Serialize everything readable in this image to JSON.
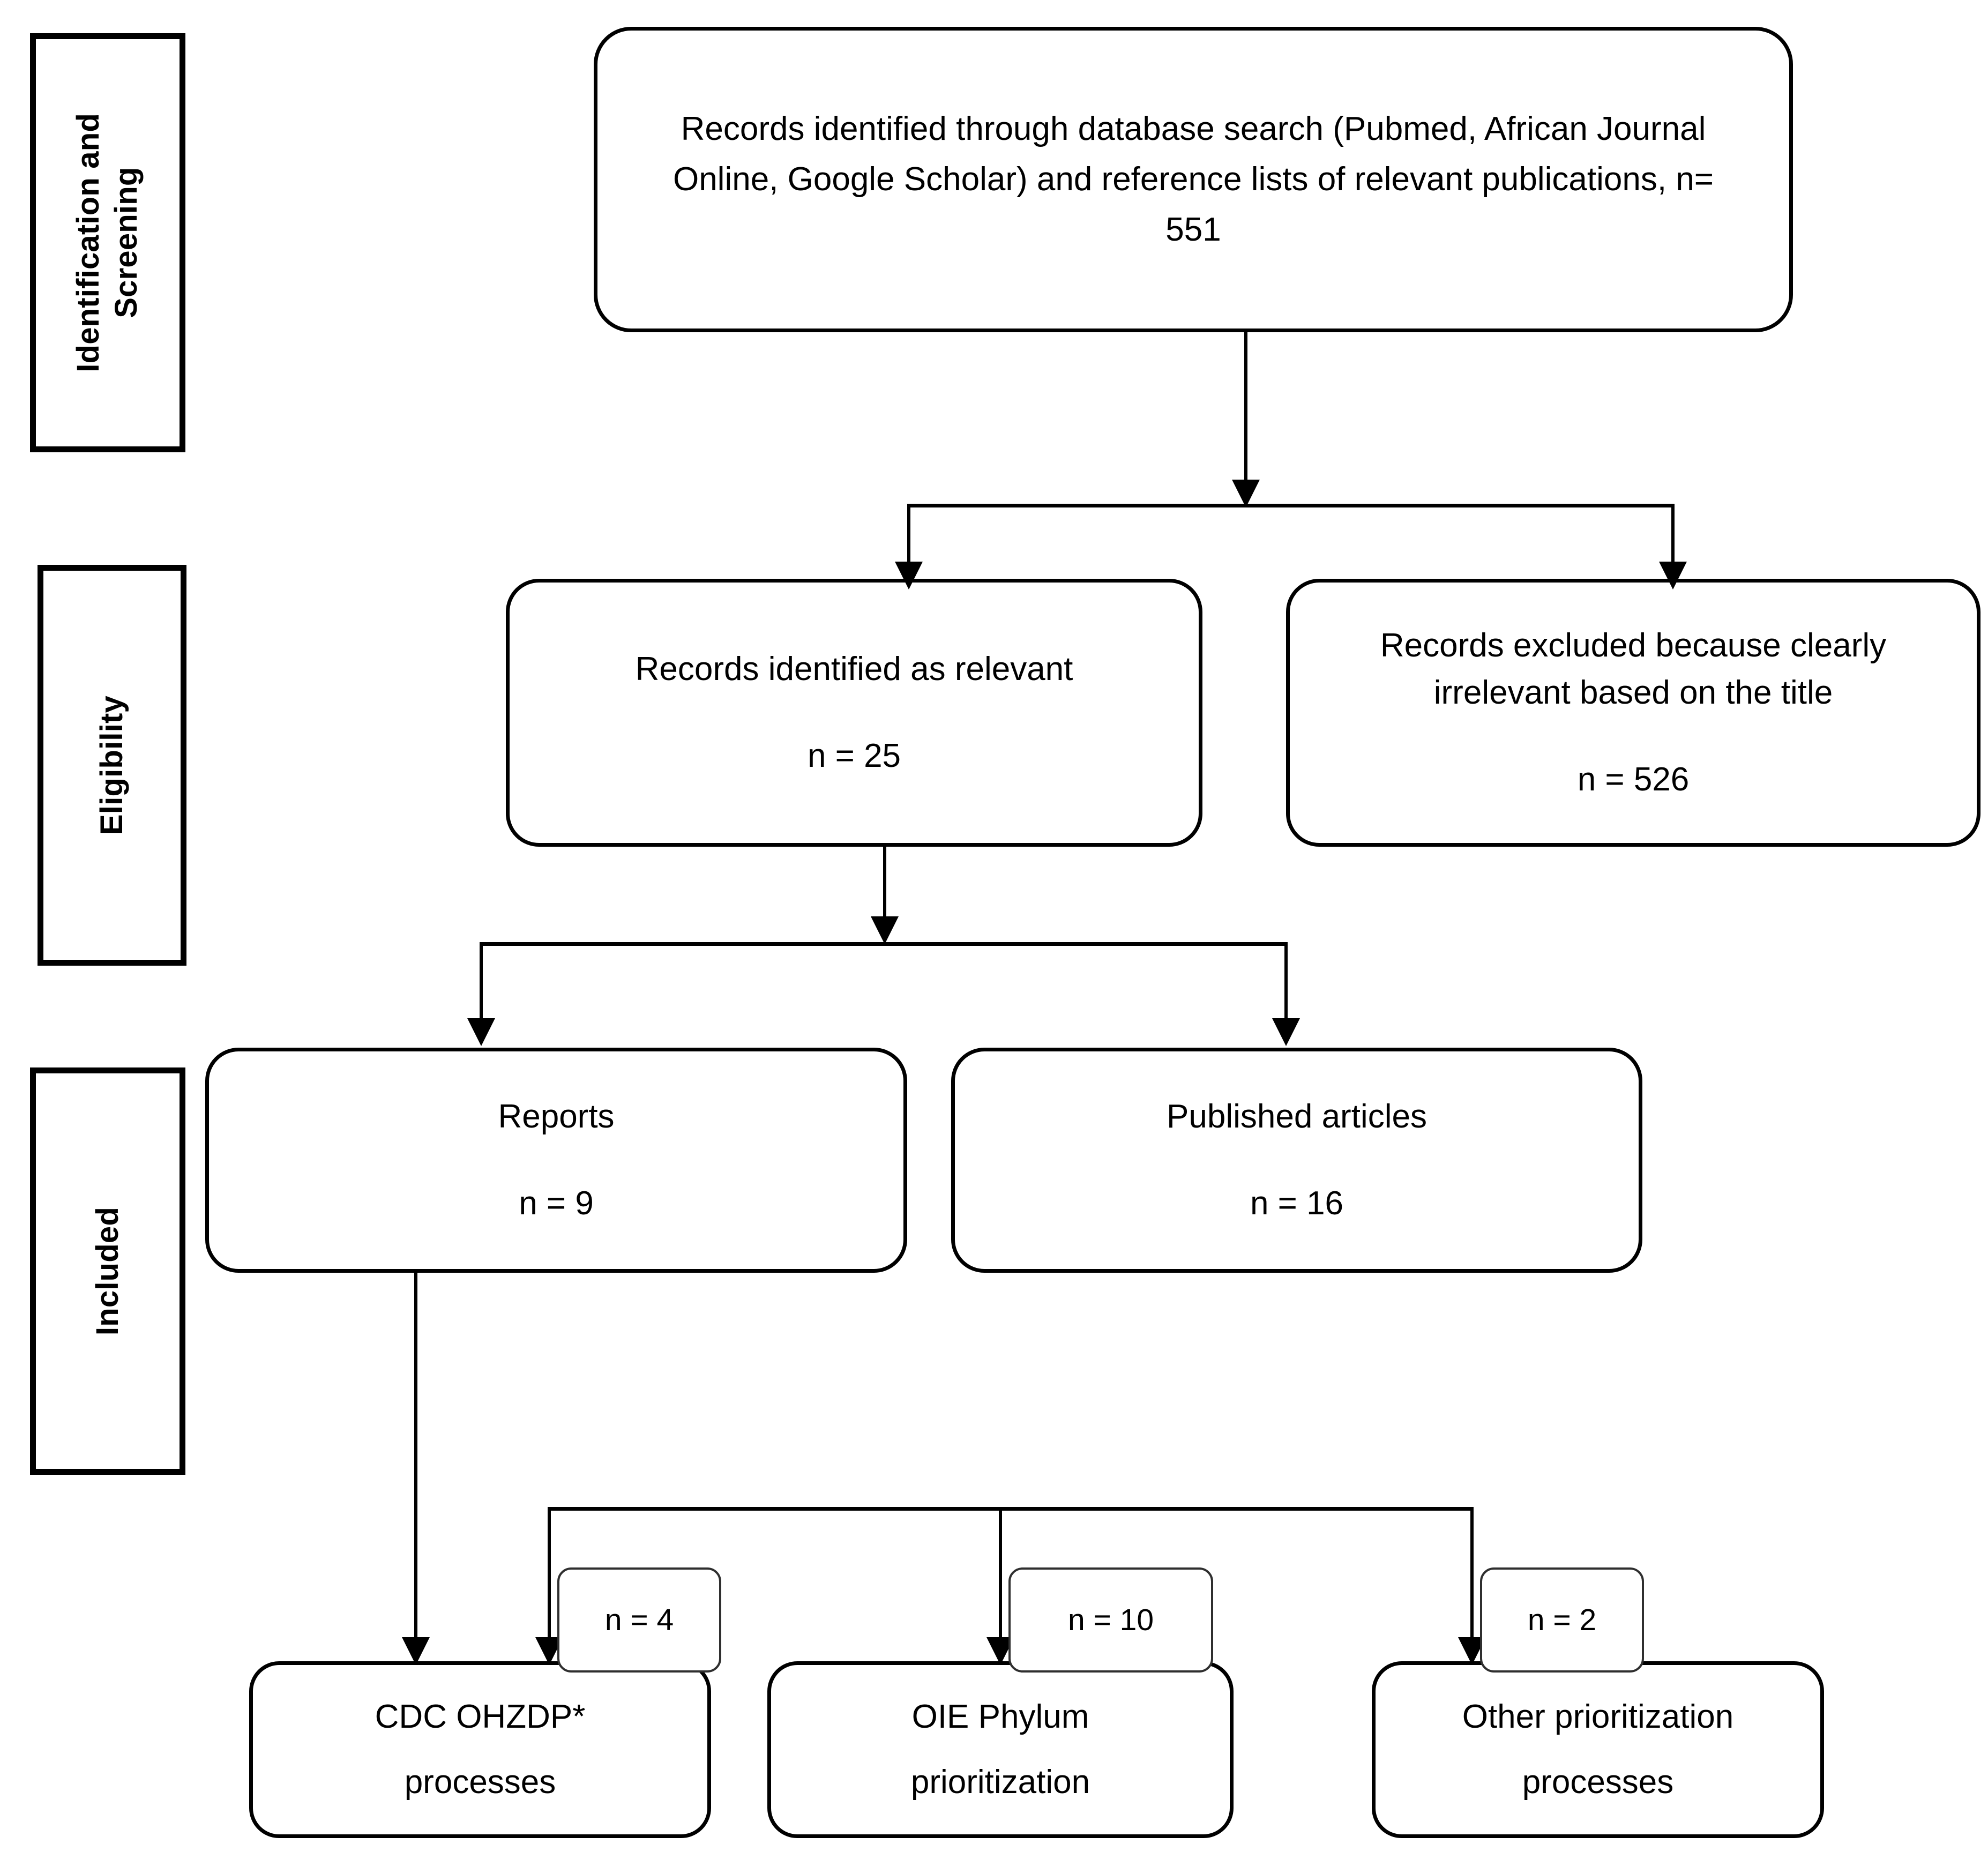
{
  "diagram": {
    "type": "prisma-flow-diagram",
    "title": ""
  },
  "phases": [
    {
      "id": "identification-screening",
      "label": "Identification and\nScreening"
    },
    {
      "id": "eligibility",
      "label": "Eligibility"
    },
    {
      "id": "included",
      "label": "Included"
    }
  ],
  "nodes": {
    "records_identified": {
      "text": "Records identified through database search (Pubmed, African Journal Online, Google Scholar) and reference lists of relevant publications, n= 551",
      "count_inline": "n= 551"
    },
    "records_relevant": {
      "label": "Records identified as relevant",
      "count": "n = 25"
    },
    "records_excluded": {
      "label": "Records excluded because clearly irrelevant based on the title",
      "count": "n = 526"
    },
    "reports": {
      "label": "Reports",
      "count": "n = 9"
    },
    "published_articles": {
      "label": "Published articles",
      "count": "n = 16"
    },
    "cdc_ohzdp": {
      "line1": "CDC OHZDP*",
      "line2": "processes"
    },
    "oie_phylum": {
      "line1": "OIE Phylum",
      "line2": "prioritization"
    },
    "other_prioritization": {
      "line1": "Other prioritization",
      "line2": "processes"
    }
  },
  "callouts": {
    "cdc_n": "n = 4",
    "oie_n": "n = 10",
    "other_n": "n = 2"
  },
  "colors": {
    "stroke": "#000000",
    "callout_stroke": "#2f2f2f",
    "background": "#ffffff"
  }
}
